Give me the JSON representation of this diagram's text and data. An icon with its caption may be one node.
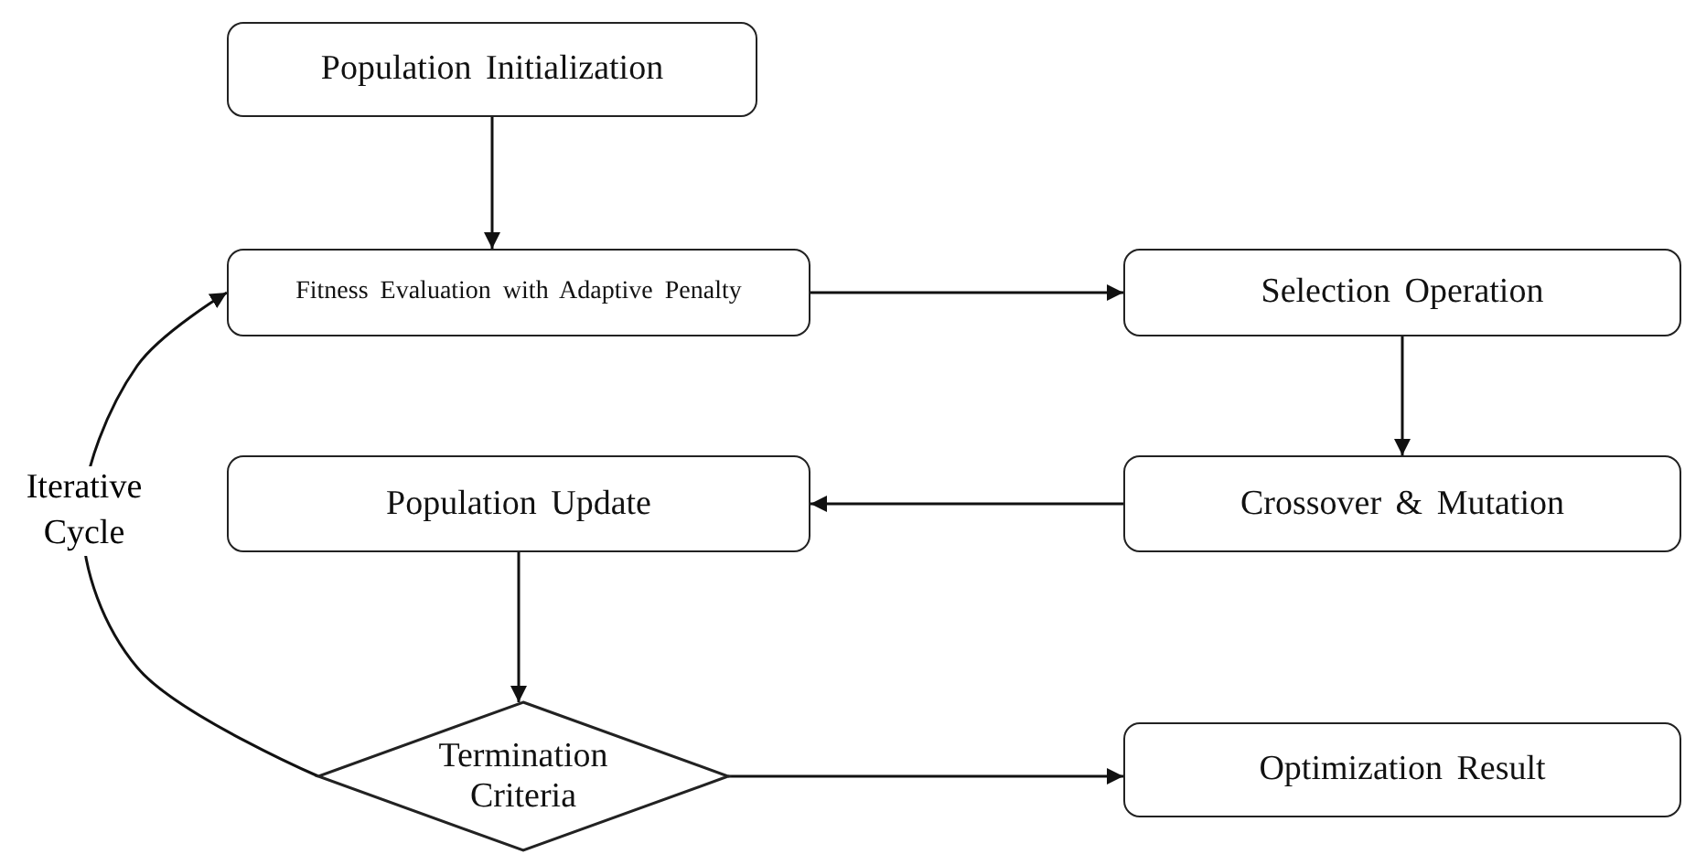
{
  "diagram": {
    "nodes": [
      {
        "text": [
          "Population Initialization"
        ]
      },
      {
        "text": [
          "Fitness Evaluation with Adaptive Penalty"
        ]
      },
      {
        "text": [
          "Selection Operation"
        ]
      },
      {
        "text": [
          "Crossover & Mutation"
        ]
      },
      {
        "text": [
          "Population Update"
        ]
      },
      {
        "text": [
          "Termination Criteria"
        ]
      },
      {
        "text": [
          "Optimization Result"
        ]
      }
    ],
    "edges": [
      {
        "from": 0,
        "to": 1,
        "arrow": "to"
      },
      {
        "from": 1,
        "to": 2,
        "arrow": "to"
      },
      {
        "from": 2,
        "to": 3,
        "arrow": "to"
      },
      {
        "from": 3,
        "to": 4,
        "arrow": "to"
      },
      {
        "from": 4,
        "to": 5,
        "arrow": "to"
      },
      {
        "from": 5,
        "to": 6,
        "arrow": "to"
      },
      {
        "from": 5,
        "to": 1,
        "arrow": "to",
        "label": "Iterative Cycle"
      }
    ]
  }
}
